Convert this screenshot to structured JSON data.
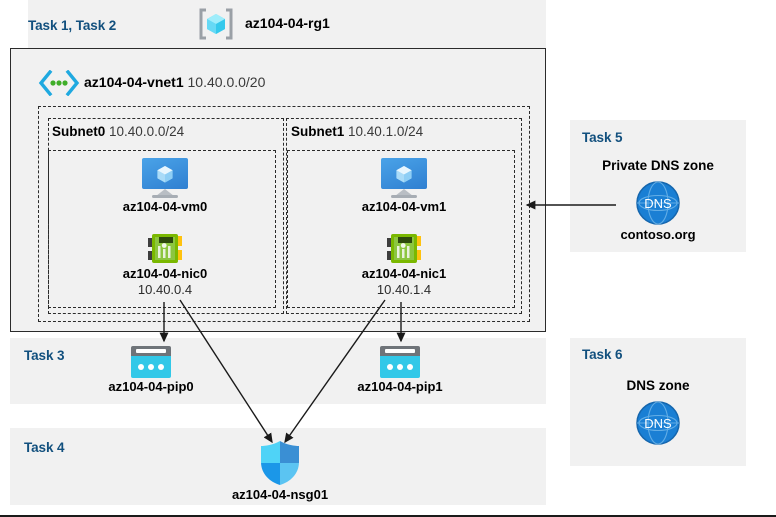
{
  "diagram": {
    "resource_group": {
      "task_label": "Task 1, Task 2",
      "name": "az104-04-rg1",
      "icon": "resource-group-cube-icon"
    },
    "vnet": {
      "name": "az104-04-vnet1",
      "address_space": "10.40.0.0/20",
      "icon": "virtual-network-icon"
    },
    "subnets": [
      {
        "name": "Subnet0",
        "cidr": "10.40.0.0/24",
        "vm": {
          "name": "az104-04-vm0",
          "icon": "virtual-machine-icon"
        },
        "nic": {
          "name": "az104-04-nic0",
          "private_ip": "10.40.0.4",
          "icon": "network-interface-icon"
        }
      },
      {
        "name": "Subnet1",
        "cidr": "10.40.1.0/24",
        "vm": {
          "name": "az104-04-vm1",
          "icon": "virtual-machine-icon"
        },
        "nic": {
          "name": "az104-04-nic1",
          "private_ip": "10.40.1.4",
          "icon": "network-interface-icon"
        }
      }
    ],
    "task3": {
      "task_label": "Task 3",
      "public_ips": [
        {
          "name": "az104-04-pip0",
          "icon": "public-ip-address-icon"
        },
        {
          "name": "az104-04-pip1",
          "icon": "public-ip-address-icon"
        }
      ]
    },
    "task4": {
      "task_label": "Task 4",
      "nsg": {
        "name": "az104-04-nsg01",
        "icon": "network-security-group-shield-icon"
      }
    },
    "task5": {
      "task_label": "Task 5",
      "heading": "Private DNS zone",
      "zone_name": "contoso.org",
      "icon": "dns-globe-icon"
    },
    "task6": {
      "task_label": "Task 6",
      "heading": "DNS zone",
      "icon": "dns-globe-icon"
    },
    "colors": {
      "task_label": "#12507e",
      "panel_background": "#f1f1f1",
      "page_background": "#ffffff",
      "border": "#2b2b2b",
      "vm_blue": "#2f7fd1",
      "nic_green": "#7ab800",
      "pip_cyan": "#32c8e8",
      "dns_blue": "#1a7fd4",
      "shield_blue": "#35baf6",
      "rg_cube_cyan": "#50d8f5"
    }
  }
}
